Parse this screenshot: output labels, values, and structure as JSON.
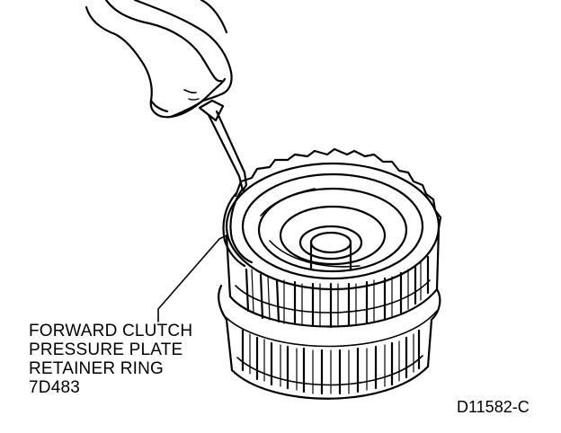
{
  "callout": {
    "line1": "FORWARD CLUTCH",
    "line2": "PRESSURE PLATE",
    "line3": "RETAINER RING",
    "line4": "7D483"
  },
  "figure_id": "D11582-C",
  "colors": {
    "ink": "#000000",
    "paper": "#ffffff"
  },
  "icons": [
    "hand-icon",
    "screwdriver-icon"
  ]
}
